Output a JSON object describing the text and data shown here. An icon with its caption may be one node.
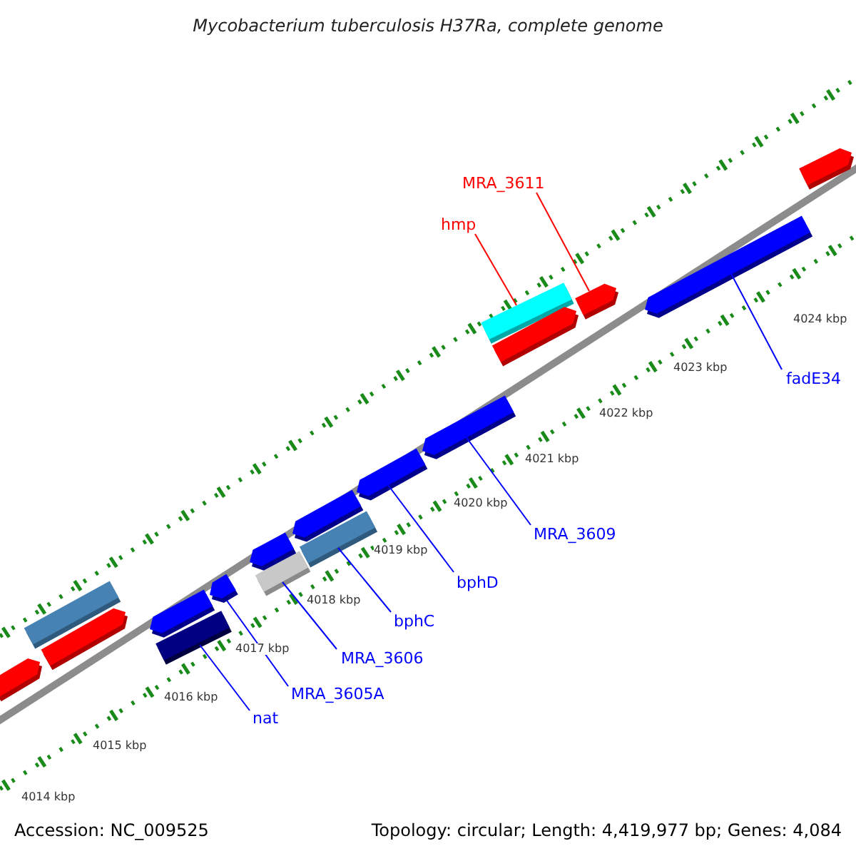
{
  "diagram": {
    "title": "Mycobacterium tuberculosis H37Ra, complete genome",
    "nodes": [
      {
        "text": [
          "MRA_3611"
        ]
      },
      {
        "text": [
          "hmp"
        ]
      },
      {
        "text": [
          "fadE34"
        ]
      },
      {
        "text": [
          "MRA_3609"
        ]
      },
      {
        "text": [
          "bphD"
        ]
      },
      {
        "text": [
          "bphC"
        ]
      },
      {
        "text": [
          "MRA_3606"
        ]
      },
      {
        "text": [
          "MRA_3605A"
        ]
      },
      {
        "text": [
          "nat"
        ]
      },
      {
        "text": [],
        "shape": "pentagon"
      },
      {
        "text": [],
        "shape": "bar"
      },
      {
        "text": [],
        "shape": "pentagon"
      },
      {
        "text": [],
        "shape": "pentagon"
      },
      {
        "text": [],
        "shape": "pentagon"
      },
      {
        "text": [],
        "shape": "bar"
      },
      {
        "text": [],
        "shape": "bar"
      },
      {
        "text": [],
        "shape": "pentagon"
      },
      {
        "text": [],
        "shape": "bar"
      },
      {
        "text": [],
        "shape": "pentagon"
      },
      {
        "text": [],
        "shape": "bar"
      },
      {
        "text": [],
        "shape": "pentagon"
      },
      {
        "text": [],
        "shape": "pentagon"
      },
      {
        "text": [],
        "shape": "pentagon"
      },
      {
        "text": [],
        "shape": "pentagon"
      },
      {
        "text": [],
        "shape": "pentagon"
      },
      {
        "text": [],
        "shape": "pentagon"
      }
    ],
    "edges": [
      {
        "from": 0,
        "to": 9,
        "arrow": "none",
        "color": "#ff0000"
      },
      {
        "from": 1,
        "to": 10,
        "arrow": "none",
        "color": "#ff0000"
      },
      {
        "from": 2,
        "to": 11,
        "arrow": "none"
      },
      {
        "from": 3,
        "to": 12,
        "arrow": "none"
      },
      {
        "from": 4,
        "to": 13,
        "arrow": "none"
      },
      {
        "from": 5,
        "to": 14,
        "arrow": "none"
      },
      {
        "from": 6,
        "to": 15,
        "arrow": "none"
      },
      {
        "from": 7,
        "to": 16,
        "arrow": "none"
      },
      {
        "from": 8,
        "to": 17,
        "arrow": "none"
      }
    ],
    "labels": [
      "4024 kbp",
      "4023 kbp",
      "4022 kbp",
      "4021 kbp",
      "4020 kbp",
      "4019 kbp",
      "4018 kbp",
      "4017 kbp",
      "4016 kbp",
      "4015 kbp",
      "4014 kbp",
      "Accession: NC_009525",
      "Topology: circular; Length: 4,419,977 bp; Genes: 4,084"
    ]
  }
}
